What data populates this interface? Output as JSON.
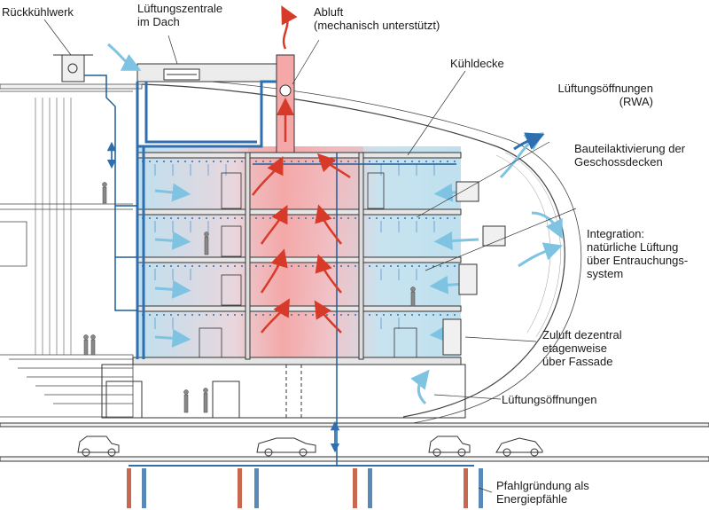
{
  "labels": {
    "rueckkuehlwerk": "Rückkühlwerk",
    "lueftungszentrale": "Lüftungszentrale\nim Dach",
    "abluft": "Abluft\n(mechanisch unterstützt)",
    "kuehldecke": "Kühldecke",
    "lueftungsoeffnungen_rwa": "Lüftungsöffnungen\n(RWA)",
    "bauteilaktivierung": "Bauteilaktivierung der\nGeschossdecken",
    "integration": "Integration:\nnatürliche Lüftung\nüber Entrauchungs-\nsystem",
    "zuluft": "Zuluft dezentral\netagenweise\nüber Fassade",
    "lueftungsoeffnungen": "Lüftungsöffnungen",
    "pfahlgruendung": "Pfahlgründung als\nEnergiepfähle"
  },
  "colors": {
    "cold_water": "#2f6fb0",
    "cool_zone": "#bfe0ef",
    "warm_zone": "#f4a8a8",
    "exhaust_arrow": "#d83a2a",
    "fresh_air": "#7fc3e3",
    "structure": "#333333"
  }
}
